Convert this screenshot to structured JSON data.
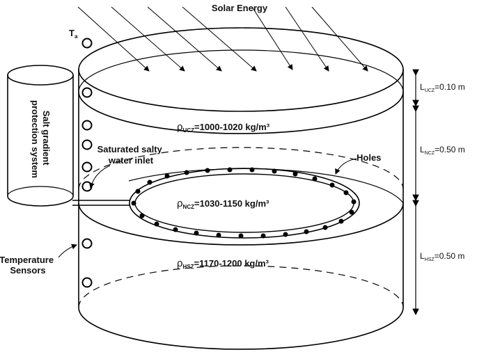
{
  "title": "Solar Energy",
  "ambient_label": "T",
  "ambient_sub": "a",
  "protection_system": [
    "Salt gradient",
    "protection system"
  ],
  "inlet_label": [
    "Saturated salty",
    "water inlet"
  ],
  "holes_label": "Holes",
  "sensors_label": [
    "Temperature",
    "Sensors"
  ],
  "density": {
    "ucz": {
      "symbol": "ρ",
      "sub": "UCZ",
      "value": "=1000-1020 kg/m³"
    },
    "ncz": {
      "symbol": "ρ",
      "sub": "NCZ",
      "value": "=1030-1150 kg/m³"
    },
    "hsz": {
      "symbol": "ρ",
      "sub": "HSZ",
      "value": "=1170-1200 kg/m³"
    }
  },
  "dimensions": {
    "ucz": {
      "prefix": "L",
      "sub": "UCZ",
      "value": "=0.10 m"
    },
    "ncz": {
      "prefix": "L",
      "sub": "NCZ",
      "value": "=0.50 m"
    },
    "hsz": {
      "prefix": "L",
      "sub": "HSZ",
      "value": "=0.50 m"
    }
  }
}
